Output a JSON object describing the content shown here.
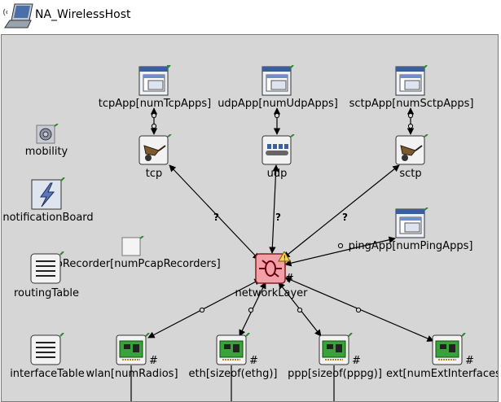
{
  "window": {
    "title": "NA_WirelessHost"
  },
  "modules": {
    "tcpApp": "tcpApp[numTcpApps]",
    "udpApp": "udpApp[numUdpApps]",
    "sctpApp": "sctpApp[numSctpApps]",
    "mobility": "mobility",
    "notificationBoard": "notificationBoard",
    "tcp": "tcp",
    "udp": "udp",
    "sctp": "sctp",
    "pingApp": "pingApp[numPingApps]",
    "pcapRecorder": "pcapRecorder[numPcapRecorders]",
    "routingTable": "routingTable",
    "networkLayer": "networkLayer",
    "interfaceTable": "interfaceTable",
    "wlan": "wlan[numRadios]",
    "eth": "eth[sizeof(ethg)]",
    "ppp": "ppp[sizeof(pppg)]",
    "ext": "ext[numExtInterfaces]"
  },
  "markers": {
    "unknown": "?",
    "vector": "#"
  }
}
